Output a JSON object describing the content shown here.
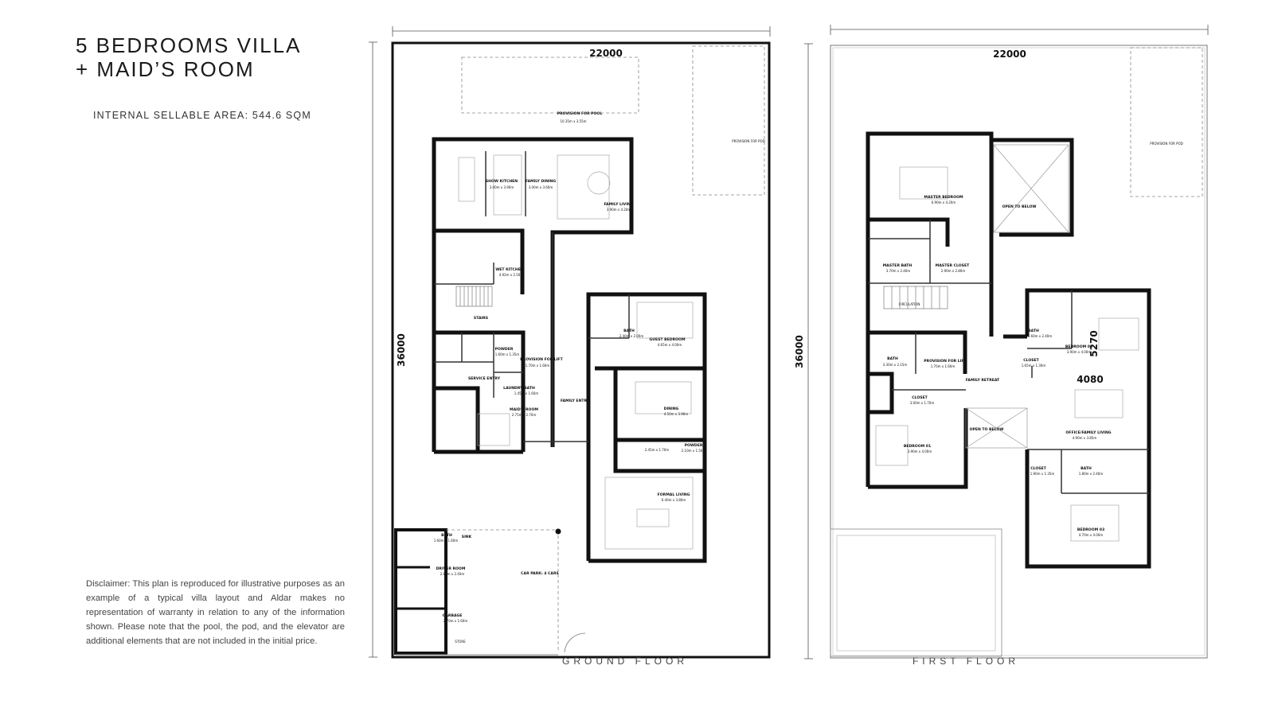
{
  "title": {
    "line1": "5 BEDROOMS VILLA",
    "line2": "+ MAID’S ROOM"
  },
  "area_text": "INTERNAL SELLABLE AREA: 544.6 SQM",
  "disclaimer": "Disclaimer: This plan is reproduced for illustrative purposes as an example of a typical villa layout and Aldar makes no representation of warranty in relation to any of the information shown. Please note that the pool, the pod, and the elevator are additional elements that are not included in the initial price.",
  "ground_floor": {
    "name": "GROUND FLOOR",
    "width_dim": "22000",
    "height_dim": "36000",
    "rooms": {
      "pool": "PROVISION FOR POOL",
      "pool_size": "10.35m x 3.55m",
      "pod": "PROVISION FOR POD",
      "show_kitchen": "SHOW KITCHEN",
      "show_kitchen_size": "3.00m x 3.90m",
      "family_dining": "FAMILY DINING",
      "family_dining_size": "3.00m x 3.60m",
      "family_living": "FAMILY LIVING",
      "family_living_size": "3.90m x 4.20m",
      "wet_kitchen": "WET KITCHEN",
      "wet_kitchen_size": "4.92m x 2.50m",
      "stairs": "STAIRS",
      "powder": "POWDER",
      "powder_size": "1.60m x 1.35m",
      "provision_lift": "PROVISION FOR LIFT",
      "provision_lift_size": "1.70m x 1.60m",
      "service_entry": "SERVICE ENTRY",
      "laundry_bath": "LAUNDRY/BATH",
      "laundry_bath_size": "1.45m x 1.60m",
      "maids_room": "MAID'S ROOM",
      "maids_room_size": "2.75m x 2.70m",
      "family_entry": "FAMILY ENTRY",
      "bath": "BATH",
      "bath_size": "2.40m x 2.00m",
      "guest_bedroom": "GUEST BEDROOM",
      "guest_bedroom_size": "4.65m x 4.00m",
      "dining": "DINING",
      "dining_size": "4.50m x 3.90m",
      "powder2": "POWDER",
      "powder2_size": "2.10m x 1.50m",
      "vanity_size": "2.45m x 1.70m",
      "formal_living": "FORMAL LIVING",
      "formal_living_size": "6.40m x 3.80m",
      "car_park": "CAR PARK: 4 CARS",
      "bath3": "BATH",
      "bath3_size": "1.60m x 1.60m",
      "driver_room": "DRIVER ROOM",
      "driver_room_size": "2.80m x 2.40m",
      "garbage": "GARBAGE",
      "garbage_size": "2.70m x 1.60m",
      "store": "STORE",
      "sink": "SINK"
    }
  },
  "first_floor": {
    "name": "FIRST FLOOR",
    "width_dim": "22000",
    "height_dim": "36000",
    "dim_5270": "5270",
    "dim_4080": "4080",
    "rooms": {
      "pod": "PROVISION FOR POD",
      "master_bedroom": "MASTER BEDROOM",
      "master_bedroom_size": "6.90m x 4.20m",
      "open_to_below": "OPEN TO BELOW",
      "master_bath": "MASTER BATH",
      "master_bath_size": "3.70m x 2.40m",
      "master_closet": "MASTER CLOSET",
      "master_closet_size": "2.90m x 2.80m",
      "hall_label": "CIRCULATION",
      "bath_a": "BATH",
      "bath_a_size": "1.60m x 2.40m",
      "bedroom2": "BEDROOM 02",
      "bedroom2_size": "3.90m x 4.00m",
      "bath_b": "BATH",
      "bath_b_size": "3.30m x 2.15m",
      "provision_lift": "PROVISION FOR LIFT",
      "provision_lift_size": "1.70m x 1.60m",
      "closet_a": "CLOSET",
      "closet_a_size": "1.65m x 1.30m",
      "family_retreat": "FAMILY RETREAT",
      "closet_b": "CLOSET",
      "closet_b_size": "3.00m x 1.70m",
      "bedroom1": "BEDROOM 01",
      "bedroom1_size": "3.90m x 4.00m",
      "open_to_below2": "OPEN TO BELOW",
      "office_living": "OFFICE/FAMILY LIVING",
      "office_living_size": "4.90m x 3.85m",
      "closet_c": "CLOSET",
      "closet_c_size": "1.90m x 1.35m",
      "bath_c": "BATH",
      "bath_c_size": "1.80m x 2.40m",
      "bedroom3": "BEDROOM 03",
      "bedroom3_size": "4.70m x 4.00m"
    }
  }
}
